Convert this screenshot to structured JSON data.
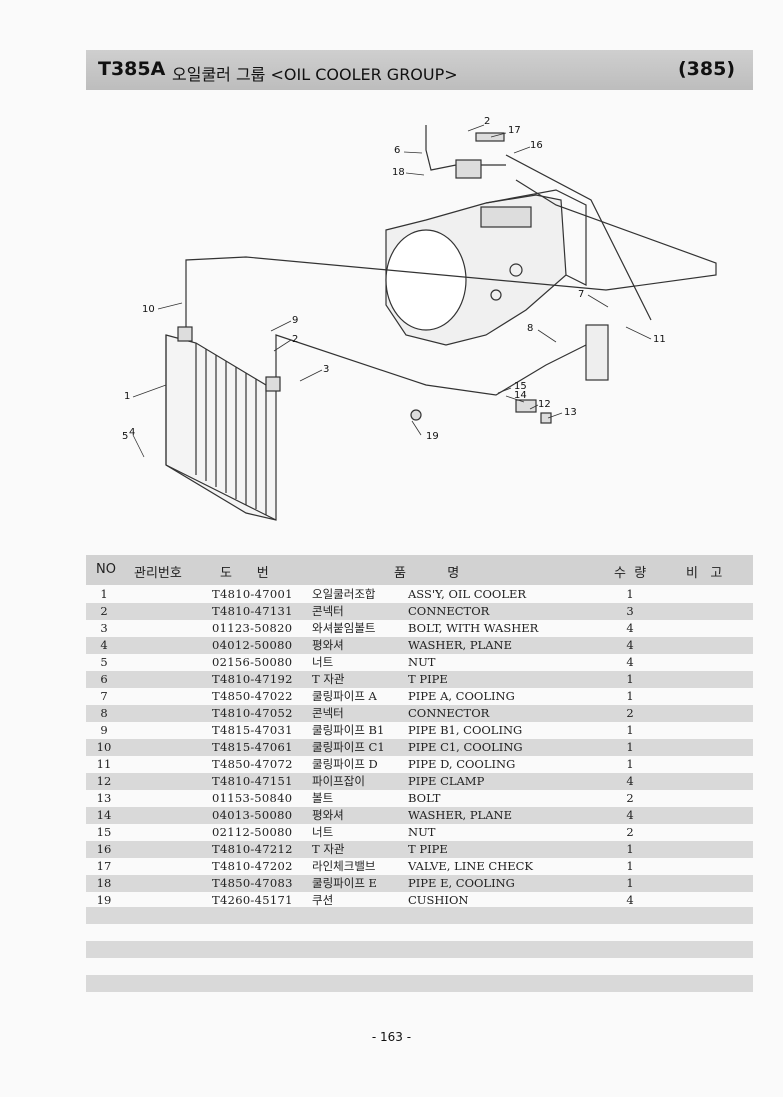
{
  "header": {
    "code": "T385A",
    "title": "오일쿨러 그룹 <OIL COOLER GROUP>",
    "page_ref": "(385)"
  },
  "diagram": {
    "callouts": [
      "2",
      "17",
      "6",
      "16",
      "18",
      "10",
      "9",
      "2",
      "7",
      "8",
      "11",
      "3",
      "1",
      "15",
      "14",
      "12",
      "13",
      "5",
      "4",
      "19"
    ]
  },
  "table": {
    "headers": {
      "no": "NO",
      "mgmt": "관리번호",
      "drawing": "도      번",
      "name": "품          명",
      "qty": "수  량",
      "remark": "비   고"
    },
    "rows": [
      {
        "no": "1",
        "drawing": "T4810-47001",
        "kr": "오일쿨러조합",
        "en": "ASS'Y, OIL COOLER",
        "qty": "1"
      },
      {
        "no": "2",
        "drawing": "T4810-47131",
        "kr": "콘넥터",
        "en": "CONNECTOR",
        "qty": "3"
      },
      {
        "no": "3",
        "drawing": "01123-50820",
        "kr": "와셔붙임볼트",
        "en": "BOLT, WITH WASHER",
        "qty": "4"
      },
      {
        "no": "4",
        "drawing": "04012-50080",
        "kr": "평와셔",
        "en": "WASHER, PLANE",
        "qty": "4"
      },
      {
        "no": "5",
        "drawing": "02156-50080",
        "kr": "너트",
        "en": "NUT",
        "qty": "4"
      },
      {
        "no": "6",
        "drawing": "T4810-47192",
        "kr": "T 자관",
        "en": "T PIPE",
        "qty": "1"
      },
      {
        "no": "7",
        "drawing": "T4850-47022",
        "kr": "쿨링파이프 A",
        "en": "PIPE A, COOLING",
        "qty": "1"
      },
      {
        "no": "8",
        "drawing": "T4810-47052",
        "kr": "콘넥터",
        "en": "CONNECTOR",
        "qty": "2"
      },
      {
        "no": "9",
        "drawing": "T4815-47031",
        "kr": "쿨링파이프 B1",
        "en": "PIPE B1, COOLING",
        "qty": "1"
      },
      {
        "no": "10",
        "drawing": "T4815-47061",
        "kr": "쿨링파이프 C1",
        "en": "PIPE C1, COOLING",
        "qty": "1"
      },
      {
        "no": "11",
        "drawing": "T4850-47072",
        "kr": "쿨링파이프 D",
        "en": "PIPE D, COOLING",
        "qty": "1"
      },
      {
        "no": "12",
        "drawing": "T4810-47151",
        "kr": "파이프잡이",
        "en": "PIPE CLAMP",
        "qty": "4"
      },
      {
        "no": "13",
        "drawing": "01153-50840",
        "kr": "볼트",
        "en": "BOLT",
        "qty": "2"
      },
      {
        "no": "14",
        "drawing": "04013-50080",
        "kr": "평와셔",
        "en": "WASHER, PLANE",
        "qty": "4"
      },
      {
        "no": "15",
        "drawing": "02112-50080",
        "kr": "너트",
        "en": "NUT",
        "qty": "2"
      },
      {
        "no": "16",
        "drawing": "T4810-47212",
        "kr": "T 자관",
        "en": "T PIPE",
        "qty": "1"
      },
      {
        "no": "17",
        "drawing": "T4810-47202",
        "kr": "라인체크밸브",
        "en": "VALVE, LINE CHECK",
        "qty": "1"
      },
      {
        "no": "18",
        "drawing": "T4850-47083",
        "kr": "쿨링파이프 E",
        "en": "PIPE E, COOLING",
        "qty": "1"
      },
      {
        "no": "19",
        "drawing": "T4260-45171",
        "kr": "쿠션",
        "en": "CUSHION",
        "qty": "4"
      }
    ]
  },
  "footer": {
    "page_number": "- 163 -"
  }
}
